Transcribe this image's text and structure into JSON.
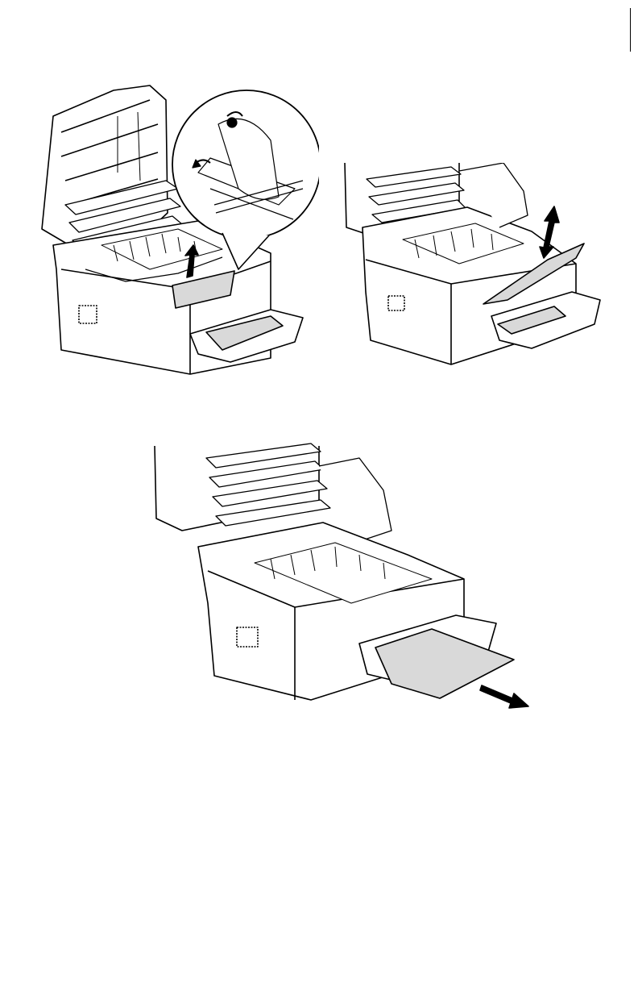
{
  "document": {
    "type": "printer-manual-illustration-page",
    "illustrations": [
      {
        "id": "step-remove-fuser-paper",
        "icon": "magnifier-callout-icon",
        "arrow": "up-arrow-icon"
      },
      {
        "id": "step-lift-jammed-paper",
        "arrow": "up-down-arrow-icon"
      },
      {
        "id": "step-pull-paper-from-mp-tray",
        "arrow": "right-down-arrow-icon"
      }
    ]
  },
  "colors": {
    "line": "#000000",
    "paper": "#d9d9d9",
    "background": "#ffffff"
  }
}
